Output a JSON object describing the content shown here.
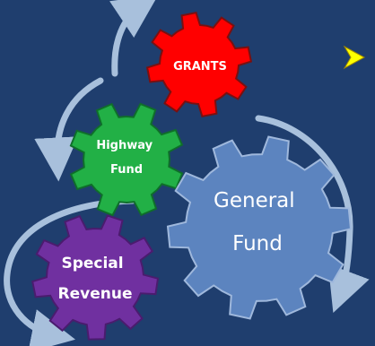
{
  "diagram": {
    "background_color": "#1f3e6e",
    "bullet": {
      "icon": "arrowhead-bullet-icon",
      "color": "#ffff00"
    },
    "arrow_color": "#a8c0dc",
    "gears": [
      {
        "id": "grants",
        "lines": [
          "GRANTS"
        ],
        "fill": "#ff0000",
        "stroke": "#7a1010"
      },
      {
        "id": "highway-fund",
        "lines": [
          "Highway",
          "Fund"
        ],
        "fill": "#22b046",
        "stroke": "#0f6e2a"
      },
      {
        "id": "general-fund",
        "lines": [
          "General",
          "Fund"
        ],
        "fill": "#5c84bf",
        "stroke": "#9fb8dc"
      },
      {
        "id": "special-revenue",
        "lines": [
          "Special",
          "Revenue"
        ],
        "fill": "#7030a0",
        "stroke": "#4a1c6e"
      }
    ]
  }
}
